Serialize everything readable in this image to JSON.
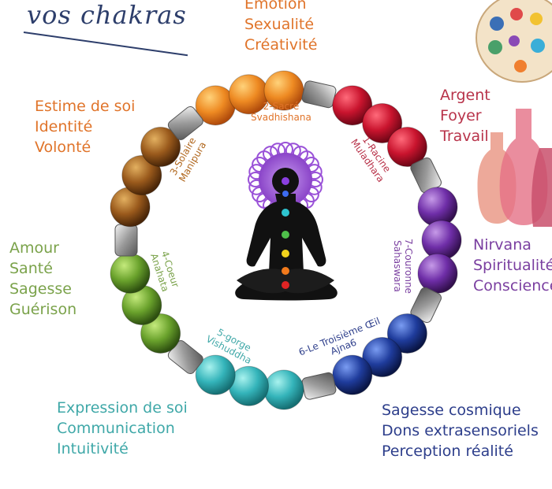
{
  "title": "vos chakras",
  "colors": {
    "title": "#2d3e6b",
    "sacral": "#e0742a",
    "root": "#b8334a",
    "heart": "#7aa24a",
    "crown": "#7a3fa0",
    "throat": "#3fa8a8",
    "third_eye": "#2d3e8b"
  },
  "groups": {
    "sacral": [
      "Emotion",
      "Sexualité",
      "Créativité"
    ],
    "solar": [
      "Estime de soi",
      "Identité",
      "Volonté"
    ],
    "root": [
      "Argent",
      "Foyer",
      "Travail"
    ],
    "heart": [
      "Amour",
      "Santé",
      "Sagesse",
      "Guérison"
    ],
    "crown": [
      "Nirvana",
      "Spiritualité",
      "Conscience"
    ],
    "throat": [
      "Expression de soi",
      "Communication",
      "Intuitivité"
    ],
    "third_eye": [
      "Sagesse cosmique",
      "Dons extrasensoriels",
      "Perception réalité"
    ]
  },
  "bracelet_labels": {
    "sacral": [
      "2-Sacré",
      "Svadhishana"
    ],
    "root": [
      "1-Racine",
      "Muladhara"
    ],
    "solar": [
      "3-Solaire",
      "Manipura"
    ],
    "heart": [
      "4-Coeur",
      "Anahata"
    ],
    "crown": [
      "7-Couronne",
      "Sahaswara"
    ],
    "throat": [
      "5-gorge",
      "Vishuddha"
    ],
    "third_eye": [
      "6-Le Troisième Œil",
      "Ajna6"
    ]
  },
  "icons": {
    "meditation": "meditation-figure-icon",
    "palette": "paint-palette-icon",
    "vases": "vases-icon"
  }
}
